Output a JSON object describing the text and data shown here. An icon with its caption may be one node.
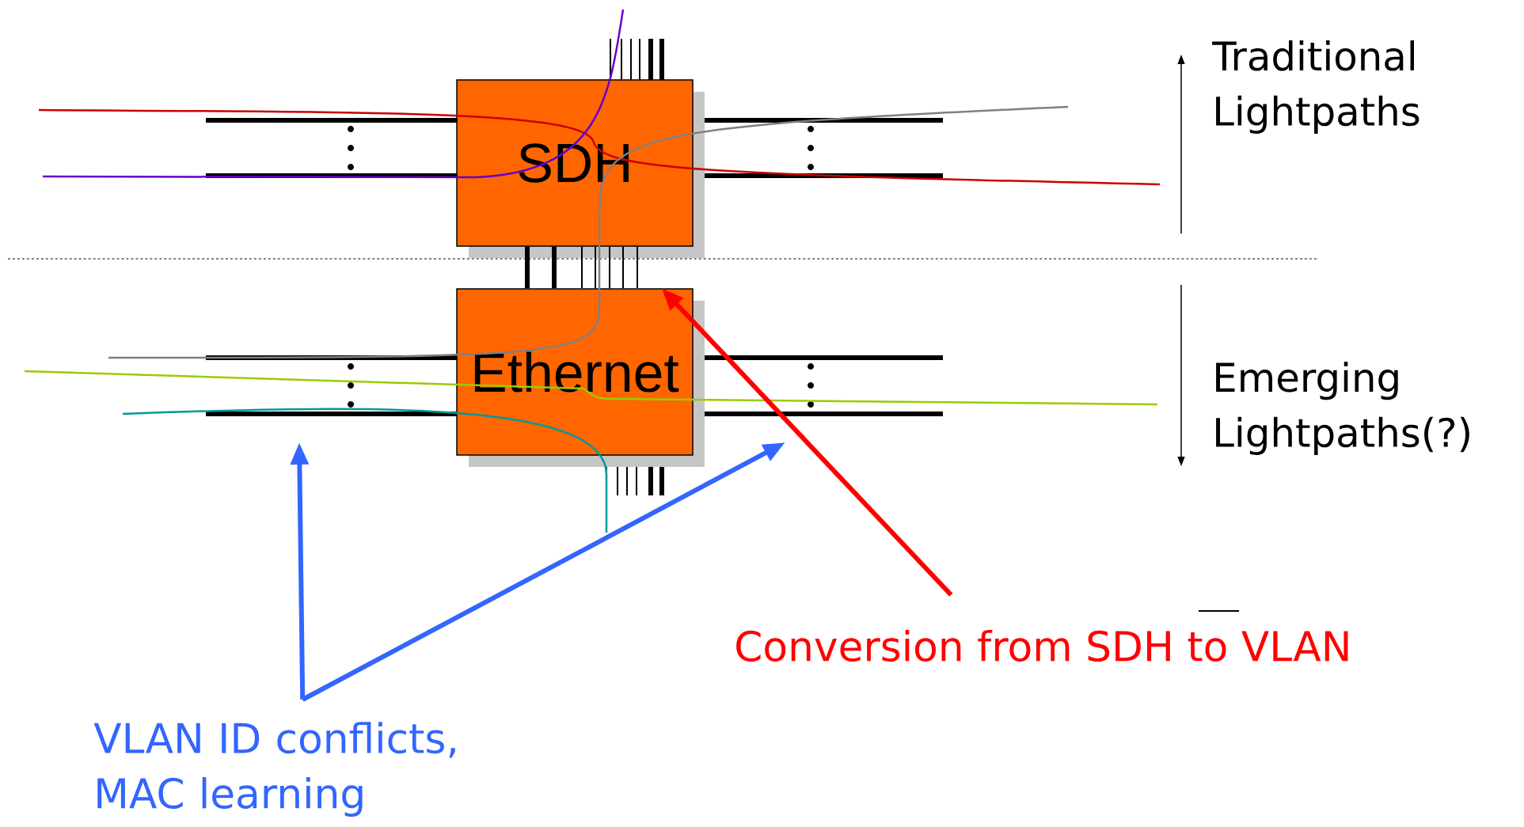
{
  "diagram": {
    "nodes": [
      {
        "text": [
          "SDH"
        ]
      },
      {
        "text": [
          "Ethernet"
        ]
      },
      {
        "text": [
          "Conversion from SDH to VLAN"
        ]
      },
      {
        "text": [
          "VLAN ID conflicts, MAC learning"
        ]
      }
    ],
    "edges": [
      {
        "from": 2,
        "to": 1,
        "arrow": "to",
        "style": "thick",
        "color": "#ff0000"
      },
      {
        "from": 3,
        "to": null,
        "arrow": "to",
        "style": "thick",
        "color": "#3366ff"
      },
      {
        "from": 3,
        "to": null,
        "arrow": "to",
        "style": "thick",
        "color": "#3366ff"
      },
      {
        "from": 0,
        "to": 1,
        "arrow": "none",
        "style": "thick"
      },
      {
        "from": 0,
        "to": 1,
        "arrow": "none",
        "style": "thick"
      },
      {
        "from": 0,
        "to": 1,
        "arrow": "none"
      },
      {
        "from": 0,
        "to": 1,
        "arrow": "none"
      },
      {
        "from": 0,
        "to": 1,
        "arrow": "none"
      },
      {
        "from": 0,
        "to": 1,
        "arrow": "none"
      },
      {
        "from": 0,
        "to": 1,
        "arrow": "none"
      }
    ],
    "labels": [
      "Traditional Lightpaths",
      "Emerging Lightpaths(?)"
    ]
  }
}
